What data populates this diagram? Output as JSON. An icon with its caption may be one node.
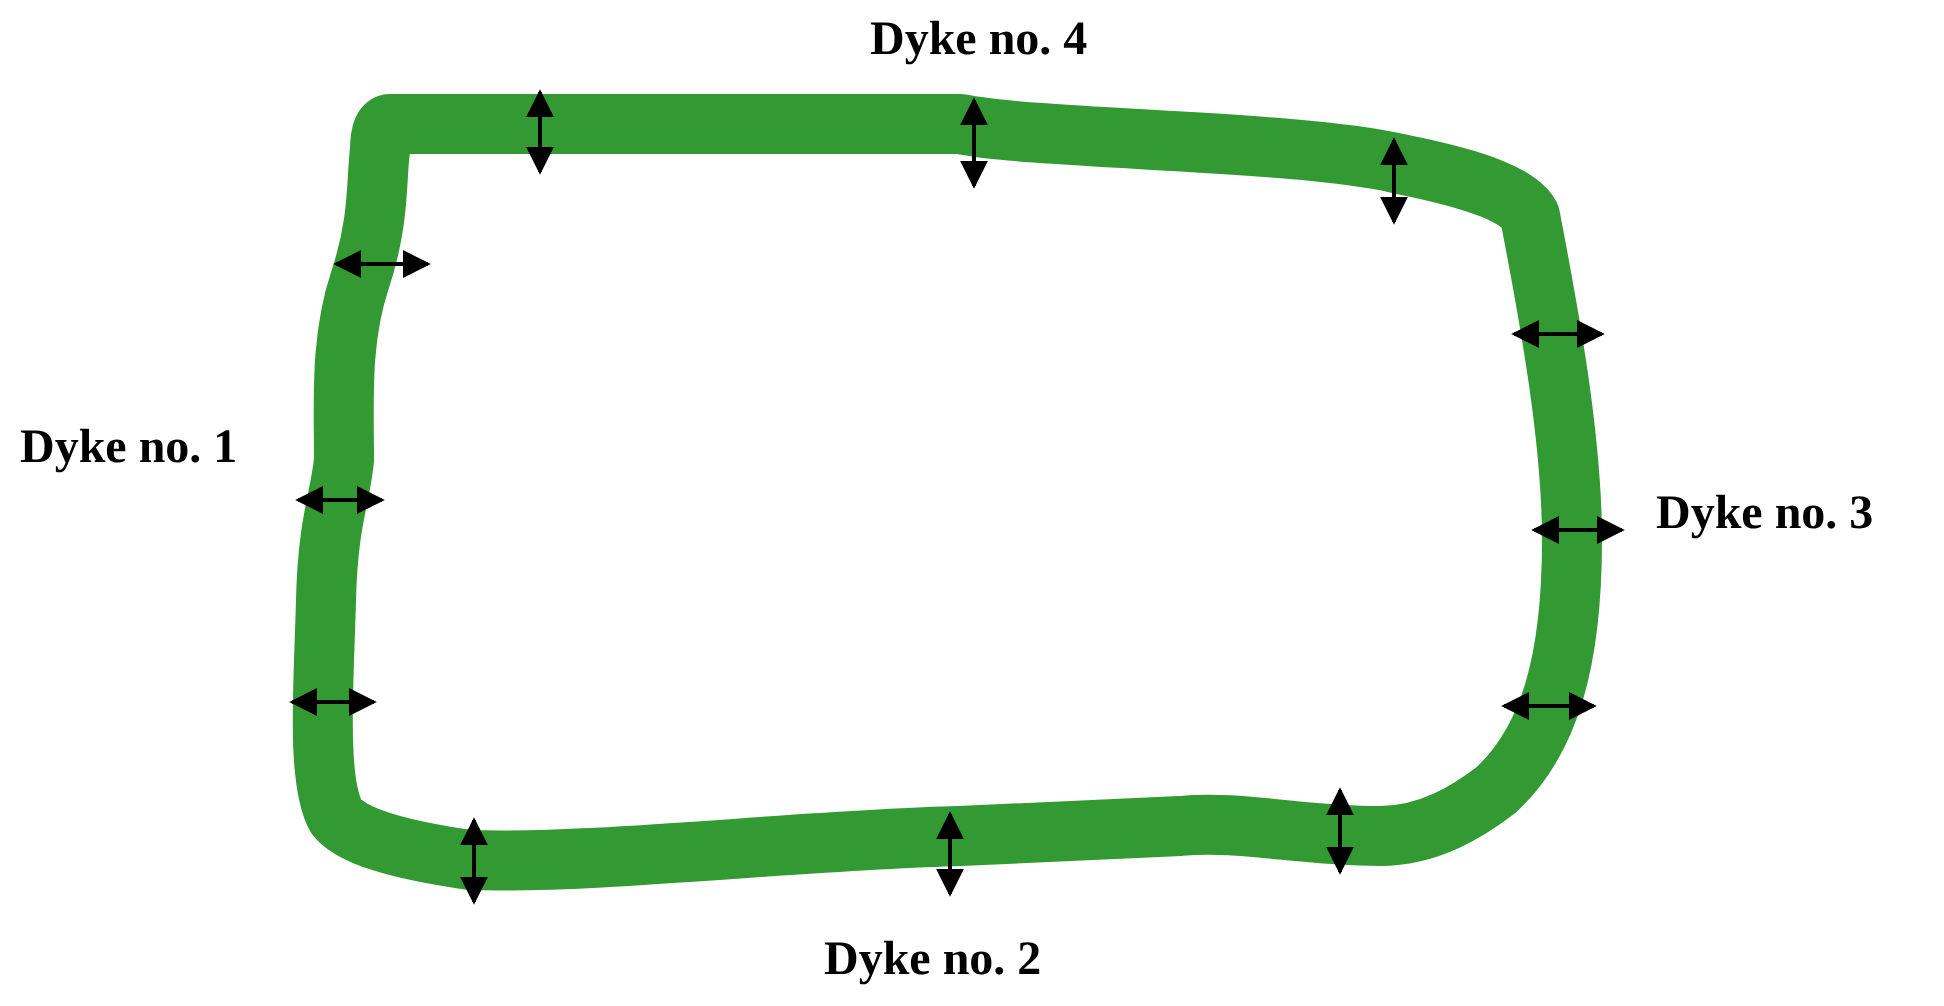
{
  "diagram": {
    "labels": [
      "Dyke no. 4",
      "Dyke no. 1",
      "Dyke no. 3",
      "Dyke no. 2"
    ]
  }
}
